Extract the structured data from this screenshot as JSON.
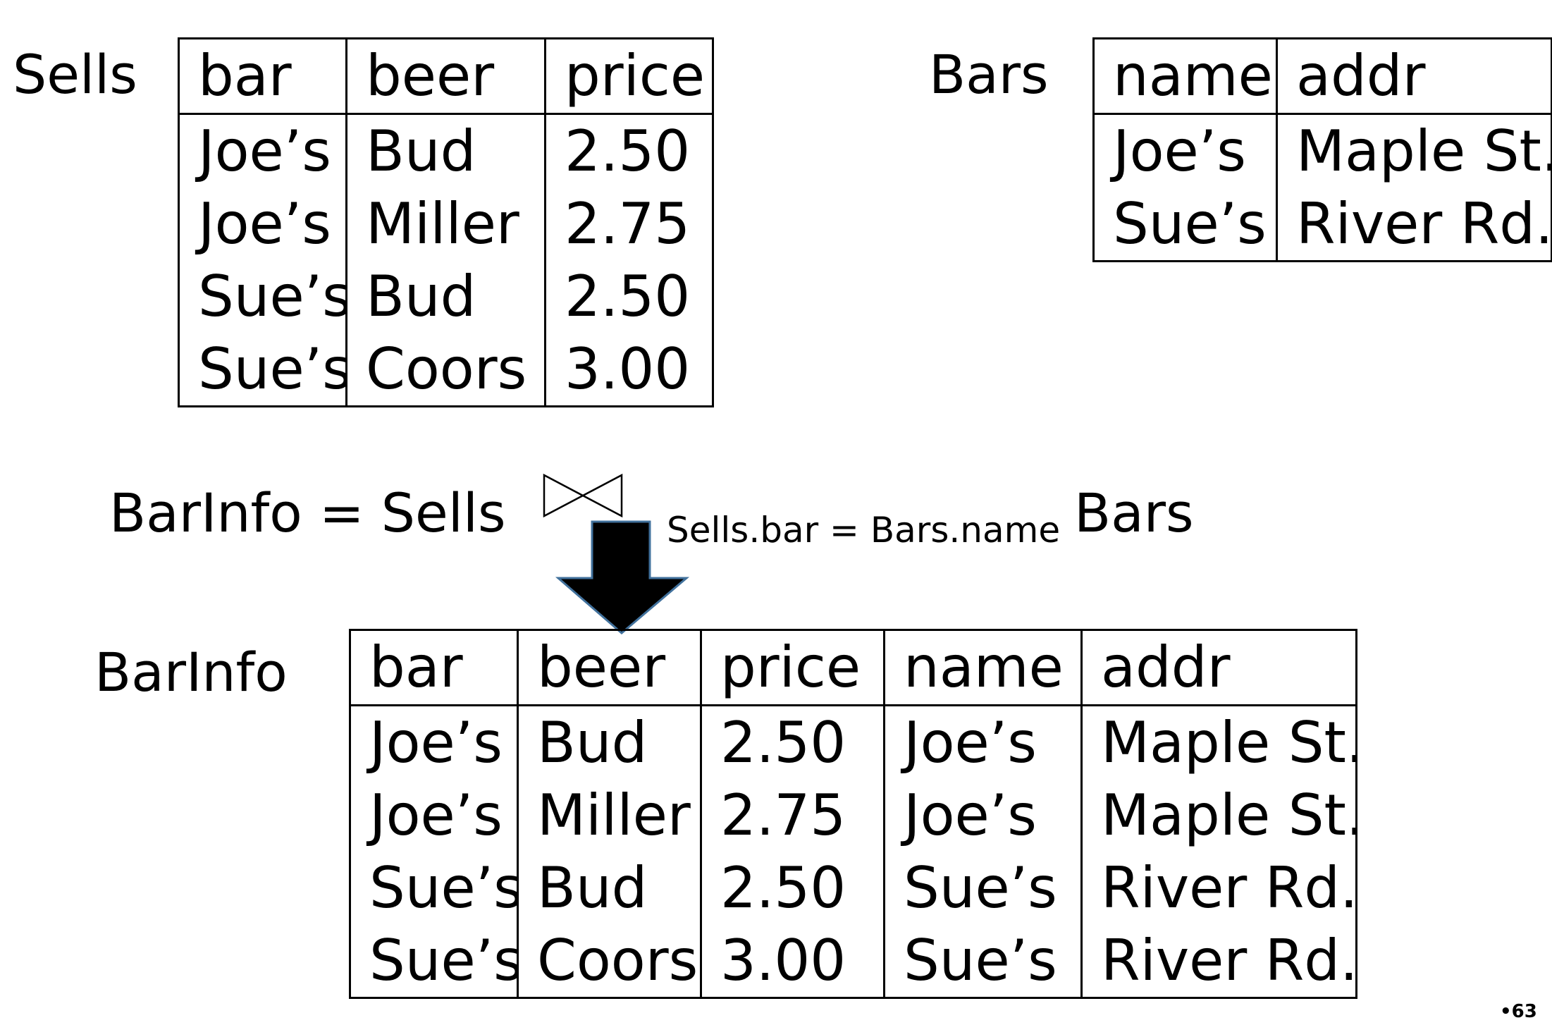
{
  "sells": {
    "label": "Sells",
    "columns": [
      "bar",
      "beer",
      "price"
    ],
    "rows": [
      [
        "Joe’s",
        "Bud",
        "2.50"
      ],
      [
        "Joe’s",
        "Miller",
        "2.75"
      ],
      [
        "Sue’s",
        "Bud",
        "2.50"
      ],
      [
        "Sue’s",
        "Coors",
        "3.00"
      ]
    ]
  },
  "bars": {
    "label": "Bars",
    "columns": [
      "name",
      "addr"
    ],
    "rows": [
      [
        "Joe’s",
        "Maple St."
      ],
      [
        "Sue’s",
        "River Rd."
      ]
    ]
  },
  "expression": {
    "lhs": "BarInfo = Sells",
    "condition": "Sells.bar = Bars.name",
    "rhs": "Bars",
    "operator_icon": "bowtie-join-icon",
    "arrow_icon": "down-arrow-icon"
  },
  "barinfo": {
    "label": "BarInfo",
    "columns": [
      "bar",
      "beer",
      "price",
      "name",
      "addr"
    ],
    "rows": [
      [
        "Joe’s",
        "Bud",
        "2.50",
        "Joe’s",
        "Maple St."
      ],
      [
        "Joe’s",
        "Miller",
        "2.75",
        "Joe’s",
        "Maple St."
      ],
      [
        "Sue’s",
        "Bud",
        "2.50",
        "Sue’s",
        "River Rd."
      ],
      [
        "Sue’s",
        "Coors",
        "3.00",
        "Sue’s",
        "River Rd."
      ]
    ]
  },
  "page_number": "•63"
}
